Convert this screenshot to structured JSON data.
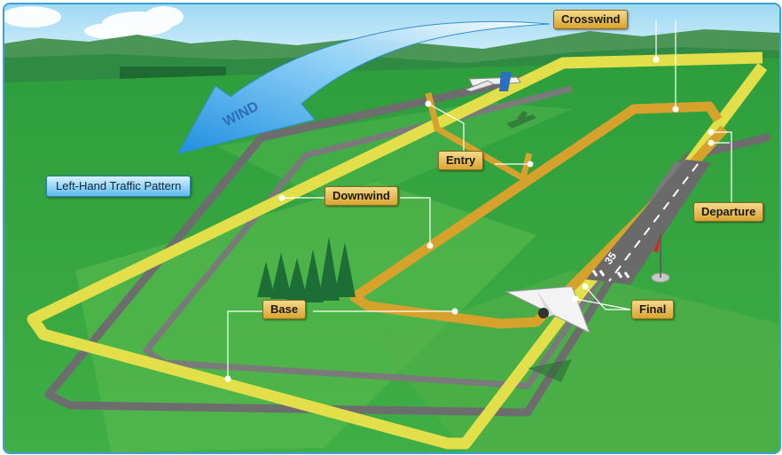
{
  "diagram": {
    "title": "Left-Hand Traffic Pattern",
    "wind_label": "WIND",
    "runway_number": "35",
    "legs": {
      "crosswind": "Crosswind",
      "entry": "Entry",
      "downwind": "Downwind",
      "departure": "Departure",
      "base": "Base",
      "final": "Final"
    }
  },
  "colors": {
    "sky": "#bfe6f8",
    "hills": "#4f9a5a",
    "field_dark": "#2a9a3c",
    "field_light": "#5dbb4c",
    "yellow_pattern": "#e3e04c",
    "orange_pattern": "#d7a22b",
    "gray_pattern": "#6f6f6f",
    "runway": "#6e6e6e",
    "wind_arrow": "#2f9be6",
    "label_fill": "#e6bb50"
  }
}
